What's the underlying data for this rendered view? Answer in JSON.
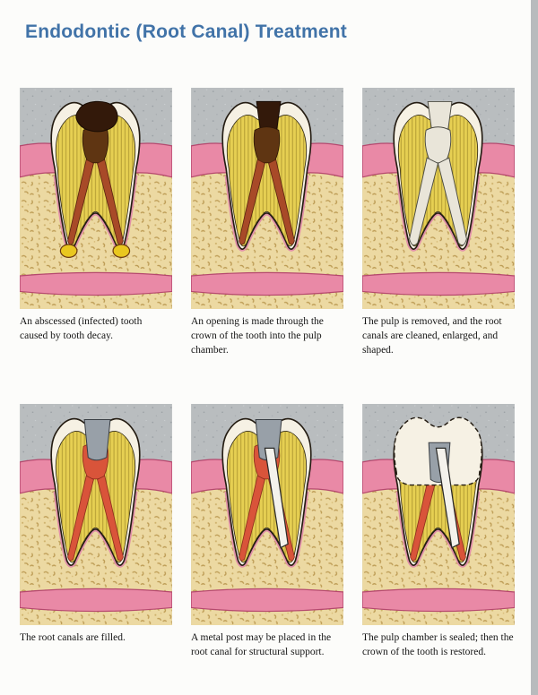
{
  "page": {
    "title": "Endodontic (Root Canal) Treatment"
  },
  "panels": [
    {
      "stage": "stage-1",
      "caption": "An abscessed (infected) tooth caused by tooth decay."
    },
    {
      "stage": "stage-2",
      "caption": "An opening is made through the crown of the tooth into the pulp chamber."
    },
    {
      "stage": "stage-3",
      "caption": "The pulp is removed, and the root canals are cleaned, enlarged, and shaped."
    },
    {
      "stage": "stage-4",
      "caption": "The root canals are filled."
    },
    {
      "stage": "stage-5",
      "caption": "A metal post may be placed in the root canal for structural support."
    },
    {
      "stage": "stage-6",
      "caption": "The pulp chamber is sealed; then the crown of the tooth is restored."
    }
  ],
  "colors": {
    "title_blue": "#4173a8",
    "gum_pink": "#e989a6",
    "bone_beige": "#ecd9a2",
    "dentin_yellow": "#e6cf52",
    "pulp_red": "#d9543a",
    "decay_brown": "#33190a",
    "abscess_yellow": "#e9c71f",
    "filling_gray": "#98a0a8"
  }
}
